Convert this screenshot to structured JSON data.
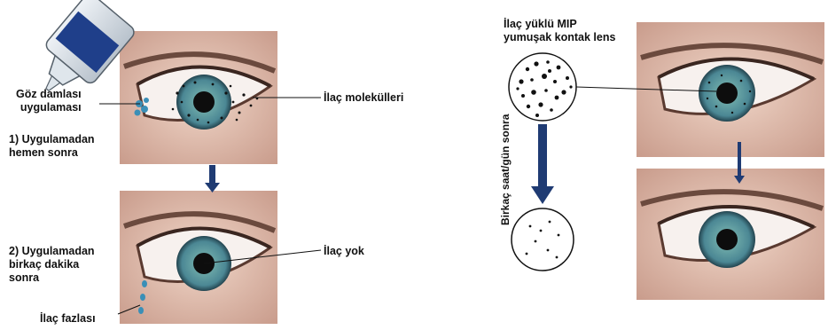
{
  "left": {
    "label_drop_application": "Göz damlası\nuygulaması",
    "label_drug_molecules": "İlaç molekülleri",
    "label_step1": "1) Uygulamadan\nhemen sonra",
    "label_step2": "2) Uygulamadan\nbirkaç dakika\nsonra",
    "label_no_drug": "İlaç yok",
    "label_excess_drug": "İlaç fazlası"
  },
  "right": {
    "label_lens": "İlaç yüklü MIP\nyumuşak kontak lens",
    "label_time": "Birkaç saat/gün sonra"
  },
  "colors": {
    "arrow": "#1f3b73",
    "iris": "#5a9aa8",
    "drop": "#3a8fb7",
    "skin": "#e6c4b4"
  }
}
